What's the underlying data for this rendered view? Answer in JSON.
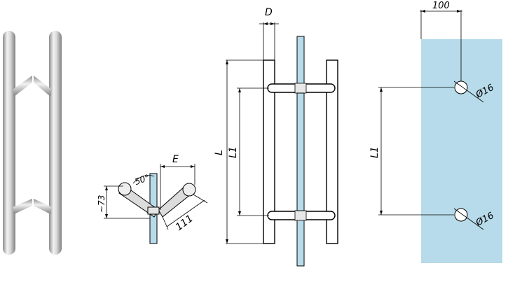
{
  "dimensions": {
    "D": "D",
    "L": "L",
    "L1": "L1",
    "E": "E",
    "angle": "50°",
    "offset": "~73",
    "projection": "111",
    "spacing": "100",
    "hole_top": "Ø16",
    "hole_bottom": "Ø16",
    "L1_glass": "L1"
  },
  "colors": {
    "glass": "#b7dbea",
    "steel_light": "#eeeeee",
    "steel_dark": "#8a8a8a",
    "stroke": "#000000"
  }
}
